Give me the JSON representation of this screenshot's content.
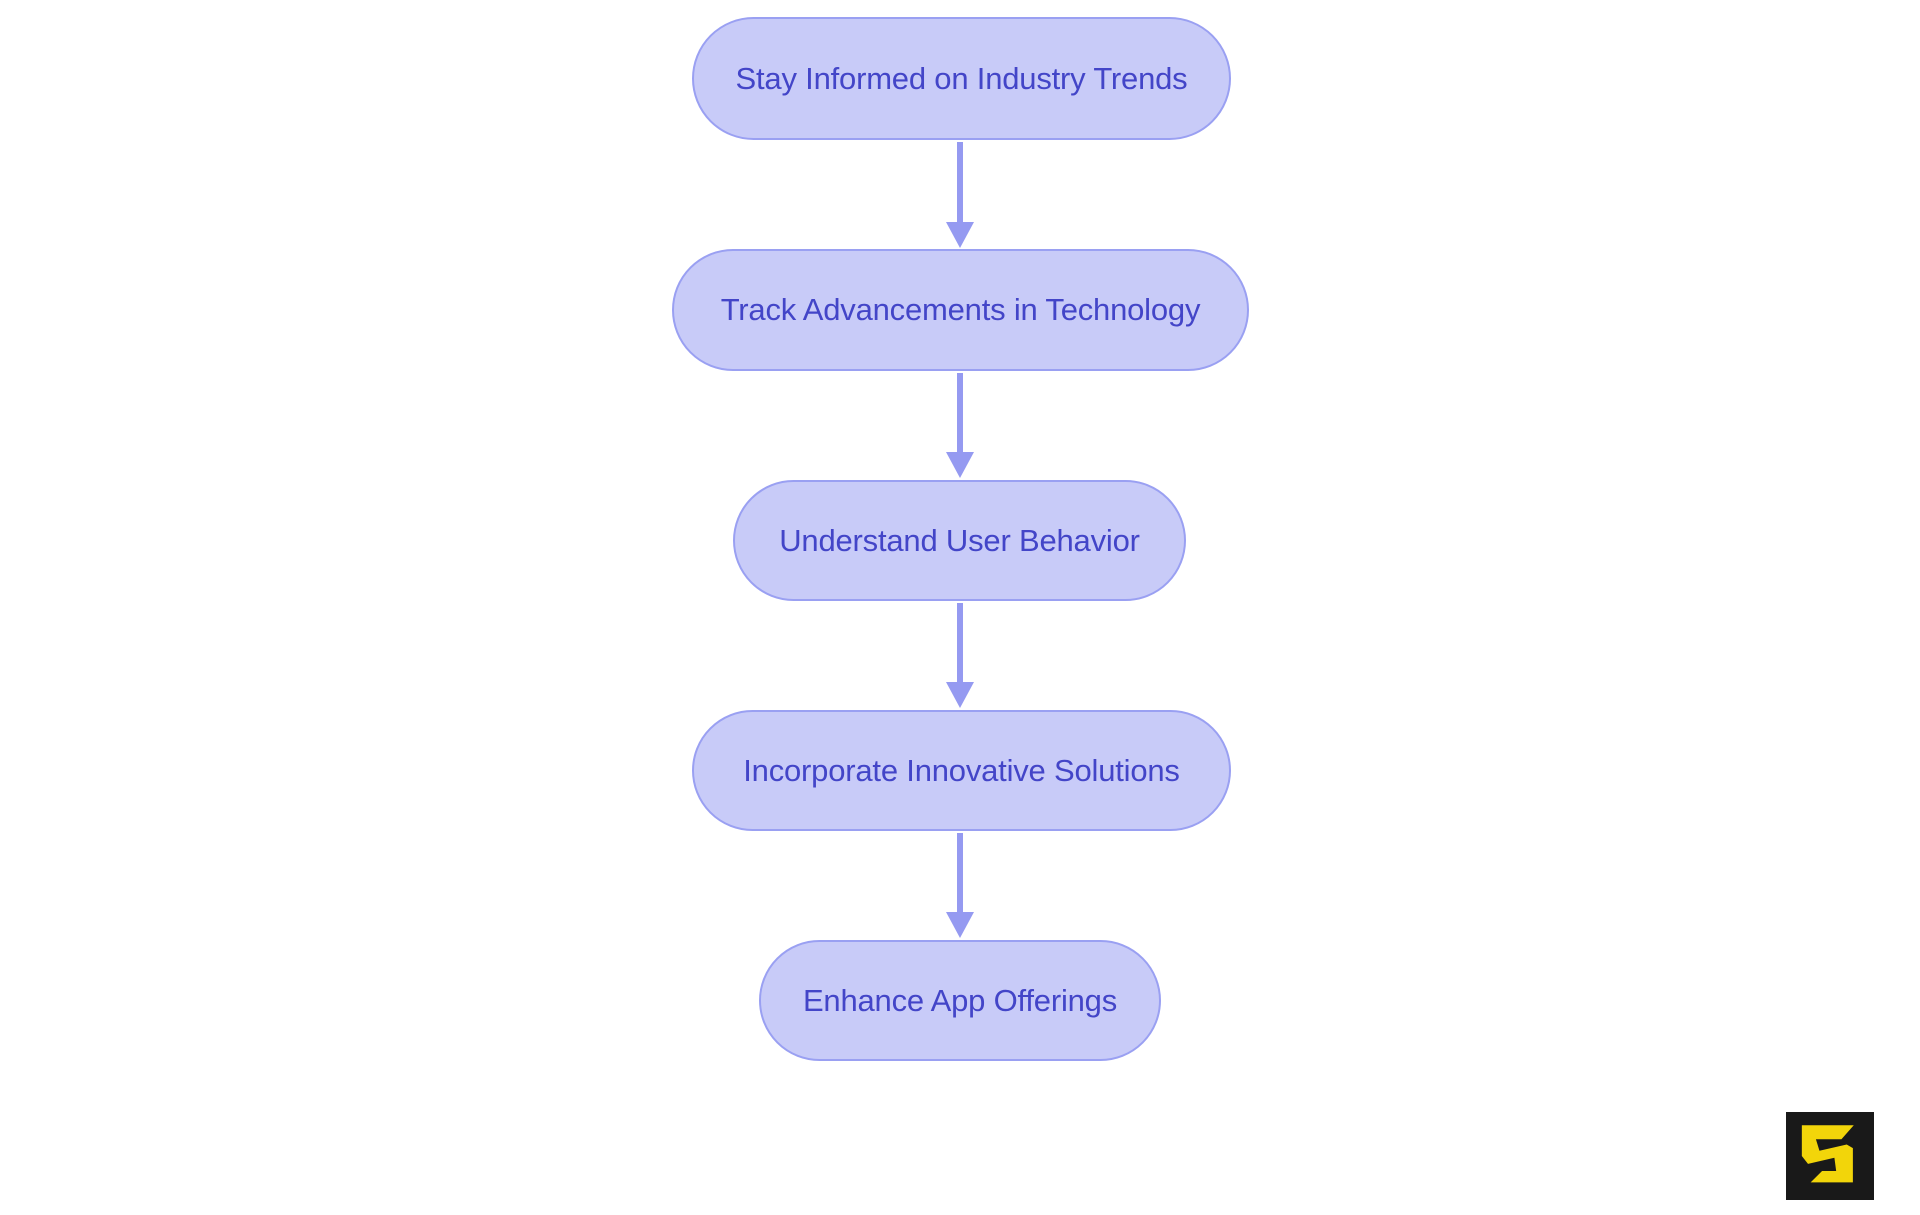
{
  "diagram": {
    "type": "flowchart",
    "direction": "top-down",
    "nodes": [
      {
        "id": "n1",
        "label": "Stay Informed on Industry Trends"
      },
      {
        "id": "n2",
        "label": "Track Advancements in Technology"
      },
      {
        "id": "n3",
        "label": "Understand User Behavior"
      },
      {
        "id": "n4",
        "label": "Incorporate Innovative Solutions"
      },
      {
        "id": "n5",
        "label": "Enhance App Offerings"
      }
    ],
    "edges": [
      {
        "from": "n1",
        "to": "n2"
      },
      {
        "from": "n2",
        "to": "n3"
      },
      {
        "from": "n3",
        "to": "n4"
      },
      {
        "from": "n4",
        "to": "n5"
      }
    ]
  },
  "colors": {
    "background": "#ffffff",
    "node_fill": "#c8cbf8",
    "node_border": "#9aa0f2",
    "node_text": "#4345c8",
    "arrow": "#959af1",
    "logo_bg": "#191919",
    "logo_glyph": "#f2d50a"
  },
  "logo": {
    "icon": "angular-s-logo"
  }
}
